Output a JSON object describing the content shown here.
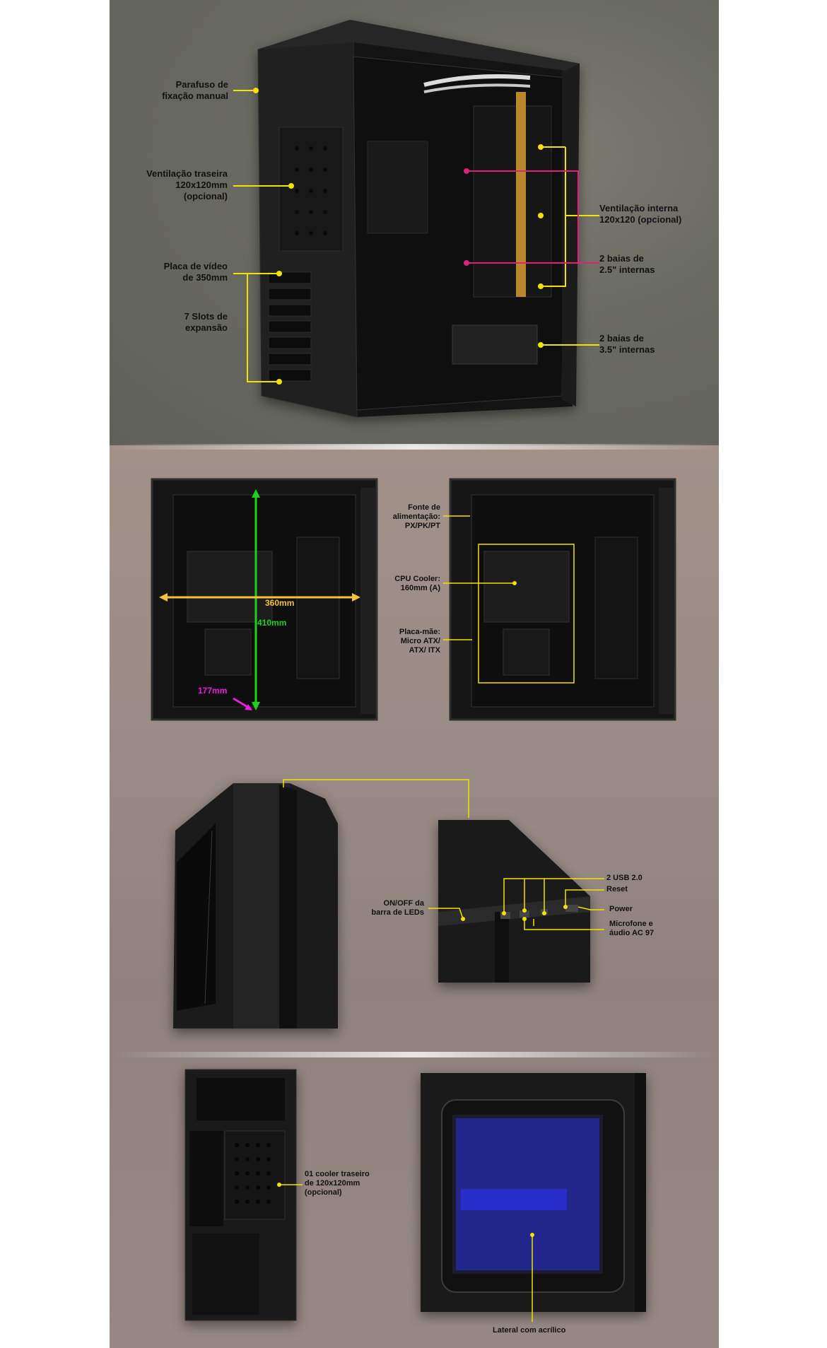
{
  "section1": {
    "labels": {
      "parafuso": "Parafuso de\nfixação manual",
      "ventilacao_traseira": "Ventilação traseira\n120x120mm\n(opcional)",
      "placa_video": "Placa de vídeo\nde 350mm",
      "slots": "7 Slots de\nexpansão",
      "ventilacao_interna": "Ventilação interna\n120x120 (opcional)",
      "baias_25": "2 baias de\n2.5\" internas",
      "baias_35": "2 baias de\n3.5\" internas"
    }
  },
  "section2": {
    "dimensions": {
      "width": "360mm",
      "height": "410mm",
      "depth": "177mm"
    },
    "labels": {
      "fonte": "Fonte de\nalimentação:\nPX/PK/PT",
      "cpu_cooler": "CPU Cooler:\n160mm (A)",
      "placa_mae": "Placa-mãe:\nMicro ATX/\nATX/ ITX"
    }
  },
  "section3": {
    "labels": {
      "onoff": "ON/OFF da\nbarra de LEDs",
      "usb": "2 USB 2.0",
      "reset": "Reset",
      "power": "Power",
      "audio": "Microfone e\náudio AC 97"
    }
  },
  "section4": {
    "labels": {
      "cooler_traseiro": "01 cooler traseiro\nde 120x120mm\n(opcional)",
      "lateral": "Lateral com acrílico"
    }
  },
  "colors": {
    "callout_yellow": "#f2e200",
    "magenta": "#e0207a",
    "dimension_green": "#1fd11f",
    "dimension_orange": "#f3c23a",
    "dimension_pink": "#e81ee0",
    "acrylic_blue": "#2a2fd8"
  }
}
